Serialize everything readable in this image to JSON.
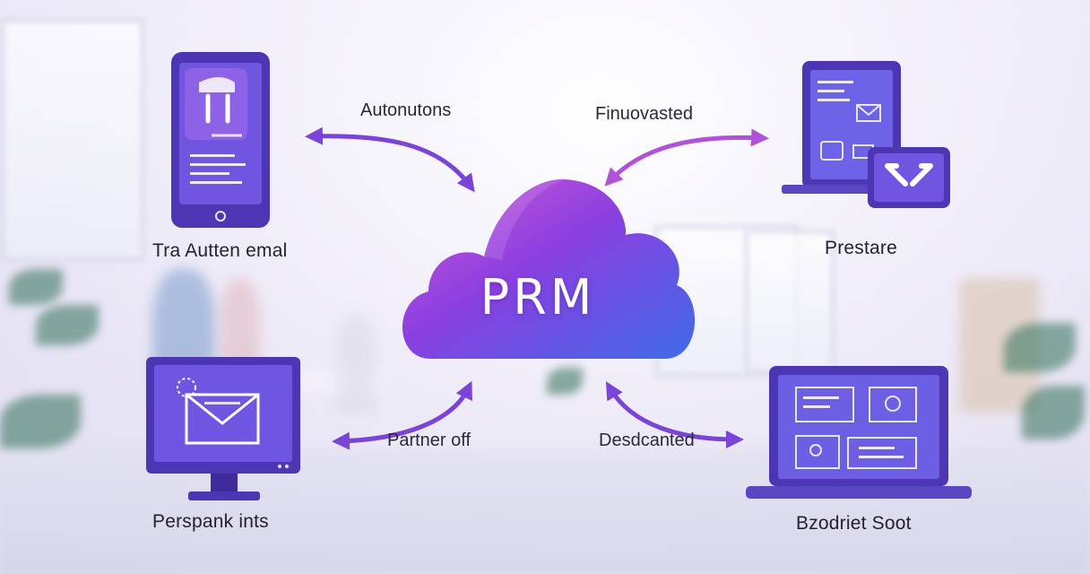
{
  "hub": {
    "title": "PRM"
  },
  "nodes": {
    "top_left": {
      "label": "Tra Autten emal"
    },
    "top_right": {
      "label": "Prestare"
    },
    "bottom_left": {
      "label": "Perspank ints"
    },
    "bottom_right": {
      "label": "Bzodriet Soot"
    }
  },
  "edges": {
    "top_left": "Autonutons",
    "top_right": "Finuovasted",
    "bottom_left": "Partner off",
    "bottom_right": "Desdcanted"
  },
  "colors": {
    "arrow": "#7a44d8",
    "cloud_start": "#d45ad8",
    "cloud_mid": "#8b3fe0",
    "cloud_end": "#3f6be8",
    "device_frame": "#5a3fc0",
    "screen": "#6b54e0"
  },
  "icons": {
    "top_left": "phone-icon",
    "top_right": "laptop-tablet-icon",
    "bottom_left": "monitor-email-icon",
    "bottom_right": "laptop-dashboard-icon",
    "hub": "cloud-icon"
  }
}
